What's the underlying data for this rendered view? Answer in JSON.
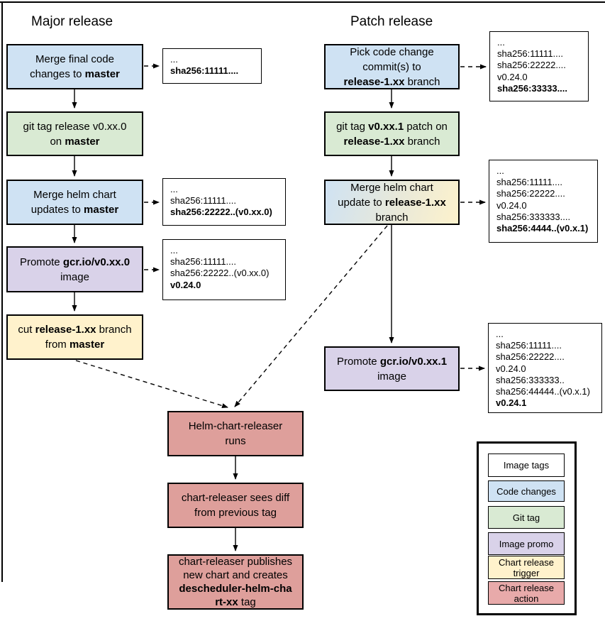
{
  "titles": {
    "major": "Major release",
    "patch": "Patch release"
  },
  "colors": {
    "code_changes": "#cfe2f3",
    "git_tag": "#d9ead3",
    "image_promo": "#d9d2e9",
    "chart_release_trigger": "#fff2cc",
    "chart_release_action": "#de9f9b",
    "legend_action": "#e8aaaa",
    "image_tags": "#ffffff",
    "mixed_trigger_gradient": "linear-gradient(105deg, #cfe2f3 0%, #e9e9d9 55%, #fdf2cc 100%)"
  },
  "boxes": {
    "merge_final_code": {
      "bg": "#cfe2f3",
      "segments": [
        {
          "t": "Merge final code"
        },
        {
          "br": true
        },
        {
          "t": "changes to "
        },
        {
          "t": "master",
          "b": true
        }
      ]
    },
    "git_tag_major": {
      "bg": "#d9ead3",
      "segments": [
        {
          "t": "git tag release v0.xx.0"
        },
        {
          "br": true
        },
        {
          "t": "on "
        },
        {
          "t": "master",
          "b": true
        }
      ]
    },
    "merge_helm_master": {
      "bg": "#cfe2f3",
      "segments": [
        {
          "t": "Merge helm chart"
        },
        {
          "br": true
        },
        {
          "t": "updates to "
        },
        {
          "t": "master",
          "b": true
        }
      ]
    },
    "promote_image_major": {
      "bg": "#d9d2e9",
      "segments": [
        {
          "t": "Promote "
        },
        {
          "t": "gcr.io/v0.xx.0",
          "b": true
        },
        {
          "br": true
        },
        {
          "t": "image"
        }
      ]
    },
    "cut_release_branch": {
      "bg": "#fff2cc",
      "segments": [
        {
          "t": "cut "
        },
        {
          "t": "release-1.xx",
          "b": true
        },
        {
          "t": " branch"
        },
        {
          "br": true
        },
        {
          "t": "from "
        },
        {
          "t": "master",
          "b": true
        }
      ]
    },
    "pick_commits": {
      "bg": "#cfe2f3",
      "segments": [
        {
          "t": "Pick code change"
        },
        {
          "br": true
        },
        {
          "t": "commit(s) to"
        },
        {
          "br": true
        },
        {
          "t": "release-1.xx",
          "b": true
        },
        {
          "t": " branch"
        }
      ]
    },
    "git_tag_patch": {
      "bg": "#d9ead3",
      "segments": [
        {
          "t": "git tag "
        },
        {
          "t": "v0.xx.1",
          "b": true
        },
        {
          "t": " patch on"
        },
        {
          "br": true
        },
        {
          "t": "release-1.xx",
          "b": true
        },
        {
          "t": " branch"
        }
      ]
    },
    "merge_helm_release": {
      "bg": "linear-gradient(105deg, #cfe2f3 0%, #e9e9d9 55%, #fdf2cc 100%)",
      "segments": [
        {
          "t": "Merge helm chart"
        },
        {
          "br": true
        },
        {
          "t": "update to "
        },
        {
          "t": "release-1.xx",
          "b": true
        },
        {
          "br": true
        },
        {
          "t": "branch"
        }
      ]
    },
    "promote_image_patch": {
      "bg": "#d9d2e9",
      "segments": [
        {
          "t": "Promote "
        },
        {
          "t": "gcr.io/v0.xx.1",
          "b": true
        },
        {
          "br": true
        },
        {
          "t": "image"
        }
      ]
    },
    "chart_releaser_runs": {
      "bg": "#de9f9b",
      "segments": [
        {
          "t": "Helm-chart-releaser"
        },
        {
          "br": true
        },
        {
          "t": "runs"
        }
      ]
    },
    "chart_releaser_diff": {
      "bg": "#de9f9b",
      "segments": [
        {
          "t": "chart-releaser sees diff"
        },
        {
          "br": true
        },
        {
          "t": "from previous tag"
        }
      ]
    },
    "chart_releaser_publish": {
      "bg": "#de9f9b",
      "segments": [
        {
          "t": "chart-releaser publishes"
        },
        {
          "br": true
        },
        {
          "t": "new chart and creates"
        },
        {
          "br": true
        },
        {
          "t": "descheduler-helm-cha",
          "b": true
        },
        {
          "br": true
        },
        {
          "t": "rt-xx",
          "b": true
        },
        {
          "t": " tag"
        }
      ]
    }
  },
  "annotations": {
    "a1": {
      "lines": [
        {
          "t": "..."
        },
        {
          "t": "sha256:11111....",
          "b": true
        }
      ]
    },
    "a2": {
      "lines": [
        {
          "t": "..."
        },
        {
          "t": "sha256:11111...."
        },
        {
          "t": "sha256:22222..(v0.xx.0)",
          "b": true
        }
      ]
    },
    "a3": {
      "lines": [
        {
          "t": "..."
        },
        {
          "t": "sha256:11111...."
        },
        {
          "t": "sha256:22222..(v0.xx.0)"
        },
        {
          "t": "v0.24.0",
          "b": true
        }
      ]
    },
    "a4": {
      "lines": [
        {
          "t": "..."
        },
        {
          "t": "sha256:11111...."
        },
        {
          "t": "sha256:22222...."
        },
        {
          "t": "v0.24.0"
        },
        {
          "t": "sha256:33333....",
          "b": true
        }
      ]
    },
    "a5": {
      "lines": [
        {
          "t": "..."
        },
        {
          "t": "sha256:11111...."
        },
        {
          "t": "sha256:22222...."
        },
        {
          "t": "v0.24.0"
        },
        {
          "t": "sha256:333333...."
        },
        {
          "t": "sha256:4444..(v0.x.1)",
          "b": true
        }
      ]
    },
    "a6": {
      "lines": [
        {
          "t": "..."
        },
        {
          "t": "sha256:11111...."
        },
        {
          "t": "sha256:22222...."
        },
        {
          "t": "v0.24.0"
        },
        {
          "t": "sha256:333333.."
        },
        {
          "t": "sha256:44444..(v0.x.1)"
        },
        {
          "t": "v0.24.1",
          "b": true
        }
      ]
    }
  },
  "legend": {
    "items": [
      {
        "label": "Image tags",
        "bg": "#ffffff"
      },
      {
        "label": "Code changes",
        "bg": "#cfe2f3"
      },
      {
        "label": "Git tag",
        "bg": "#d9ead3"
      },
      {
        "label": "Image promo",
        "bg": "#d9d2e9"
      },
      {
        "label": "Chart release trigger",
        "bg": "#fff2cc"
      },
      {
        "label": "Chart release action",
        "bg": "#e8aaaa"
      }
    ]
  }
}
